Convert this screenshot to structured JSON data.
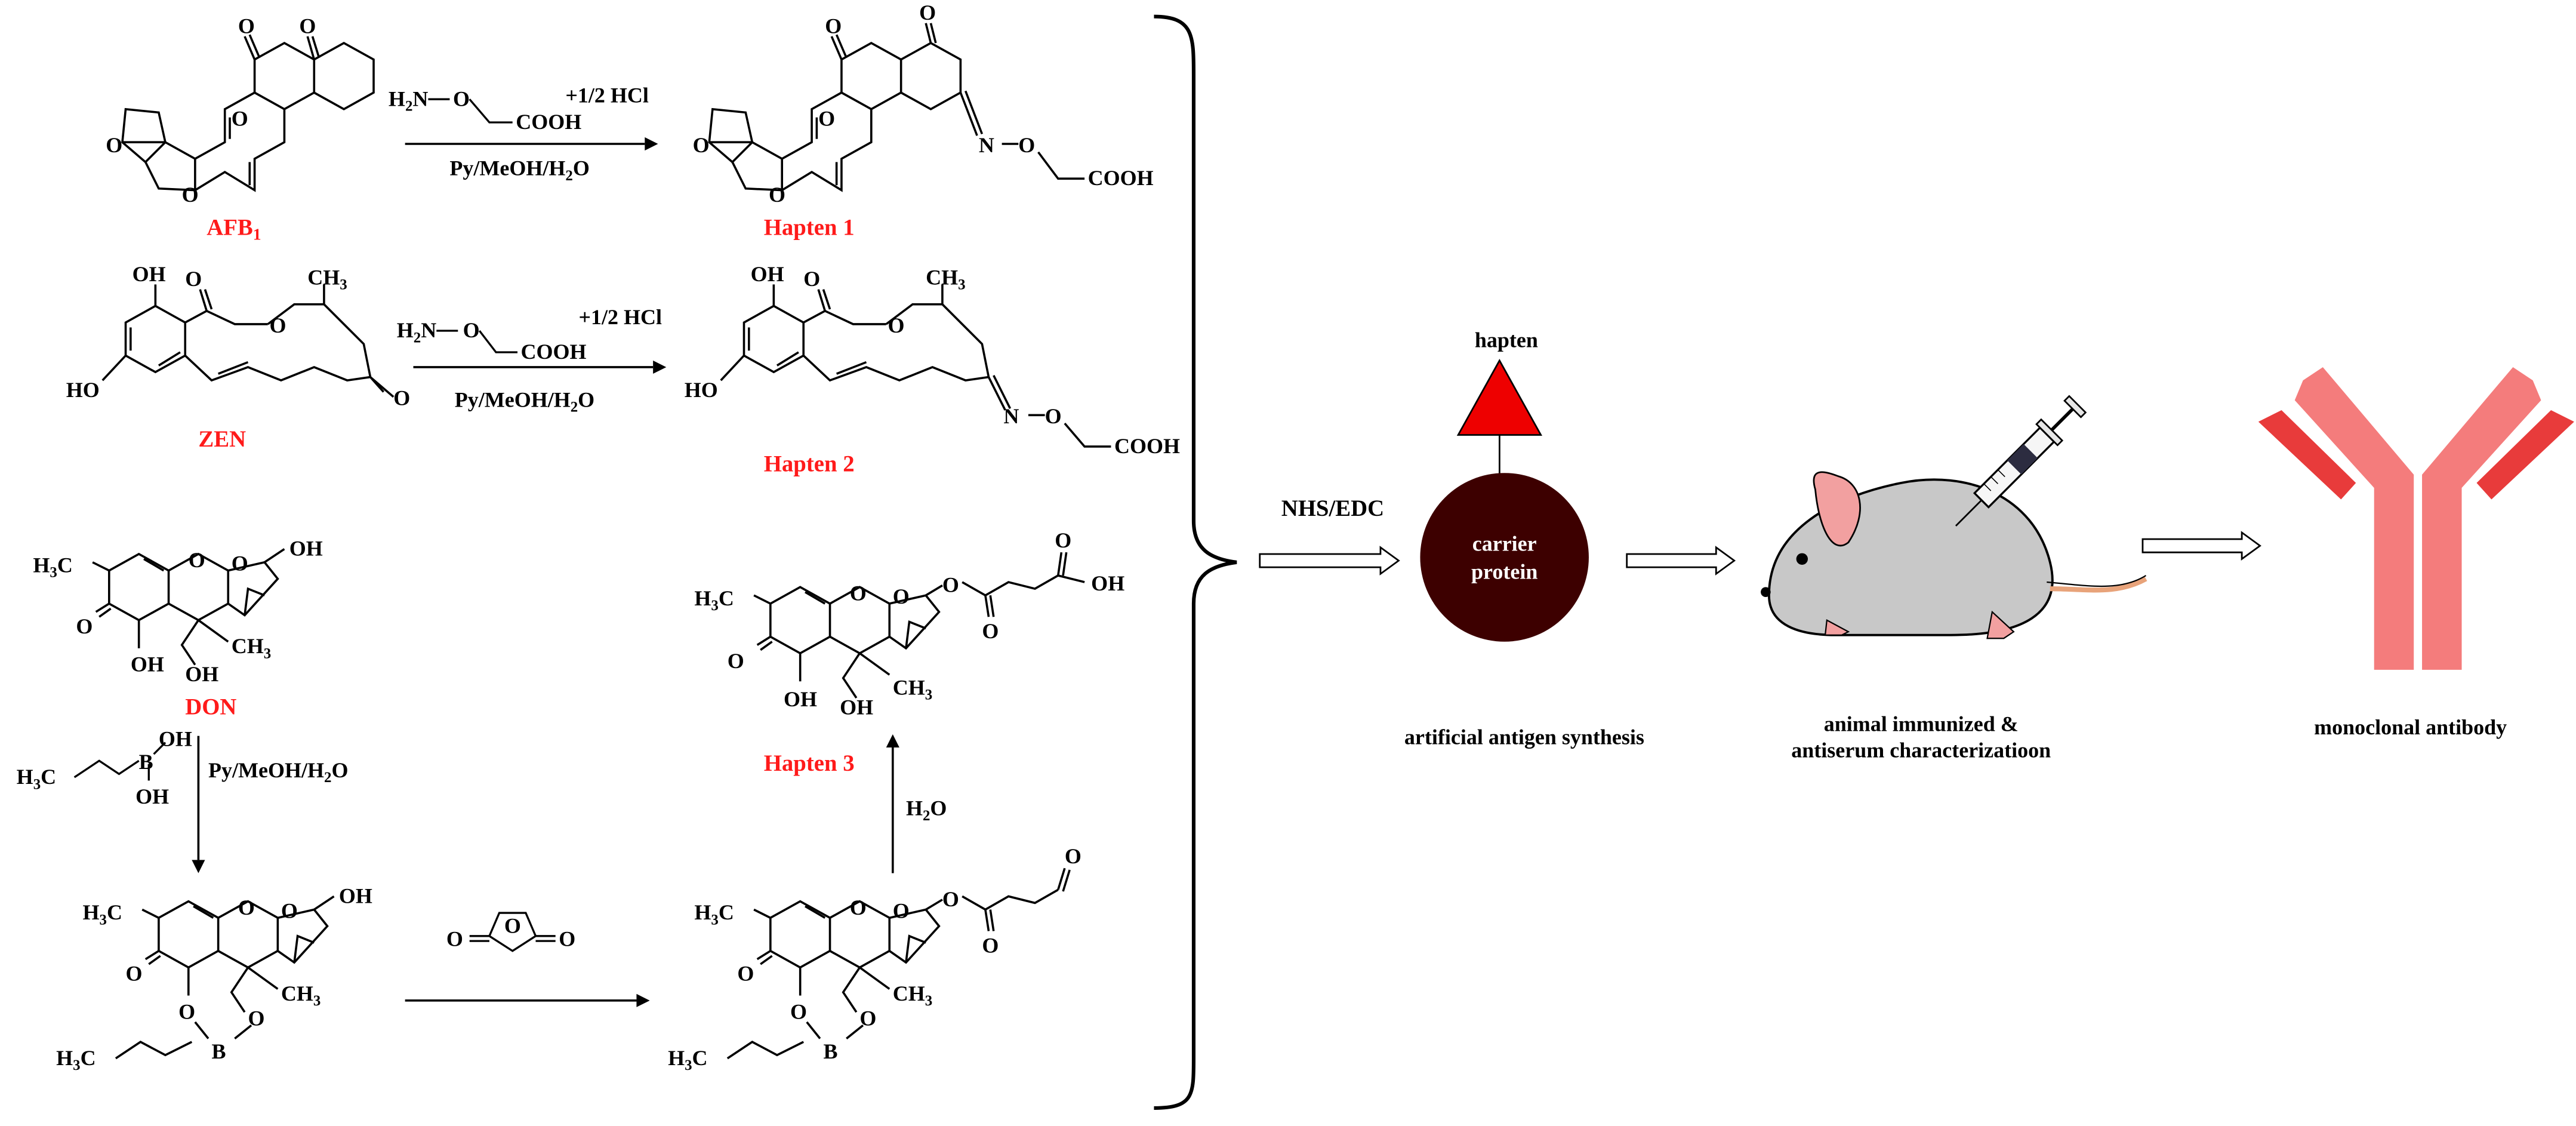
{
  "colors": {
    "ink": "#000000",
    "label_red": "#ff1a1a",
    "hapten_red": "#ee0000",
    "carrier": "#3d0000",
    "mouse_body": "#c8c8c8",
    "mouse_pink": "#f2a0a0",
    "antibody": "#f47c7c",
    "antibody_dark": "#e83b3b"
  },
  "icons": [
    "hapten-triangle-icon",
    "carrier-circle-icon",
    "mouse-icon",
    "syringe-icon",
    "antibody-icon",
    "arrow-icon",
    "brace-icon"
  ],
  "compounds": {
    "afb1": "AFB",
    "afb1_sub": "1",
    "zen": "ZEN",
    "don": "DON",
    "hapten1": "Hapten 1",
    "hapten2": "Hapten 2",
    "hapten3": "Hapten 3"
  },
  "reagents": {
    "h2": "H",
    "h2_sub": "2",
    "n": "N",
    "o": "O",
    "cooh": "COOH",
    "half_hcl": "+1/2 HCl",
    "cond_py": "Py/MeOH/H",
    "cond_sub": "2",
    "cond_o": "O",
    "h2o_h": "H",
    "h2o_sub": "2",
    "h2o_o": "O"
  },
  "atoms": {
    "o": "O",
    "oh": "OH",
    "ho": "HO",
    "cooh": "COOH",
    "ch": "CH",
    "sub3": "3",
    "h": "H",
    "c": "C",
    "n": "N",
    "b": "B"
  },
  "flow": {
    "coupling": "NHS/EDC",
    "hapten_label": "hapten",
    "carrier_line1": "carrier",
    "carrier_line2": "protein",
    "step1": "artificial antigen synthesis",
    "step2_line1": "animal immunized &",
    "step2_line2": "antiserum characterizatioon",
    "step3": "monoclonal antibody"
  }
}
